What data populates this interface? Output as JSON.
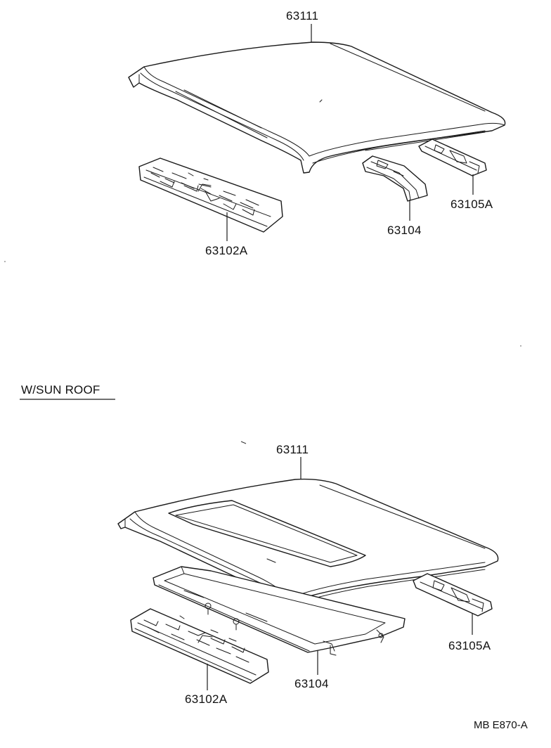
{
  "diagram": {
    "upper": {
      "roof_panel": "63111",
      "front_header_panel": "63102A",
      "roof_bow": "63104",
      "rear_roof_rail": "63105A"
    },
    "sunroof_section": {
      "heading": "W/SUN ROOF",
      "roof_panel": "63111",
      "front_header_panel": "63102A",
      "sunroof_reinforcement": "63104",
      "rear_roof_rail": "63105A"
    },
    "figure_code": "MB E870-A"
  },
  "colors": {
    "ink": "#1a1a1a",
    "background": "#ffffff"
  }
}
